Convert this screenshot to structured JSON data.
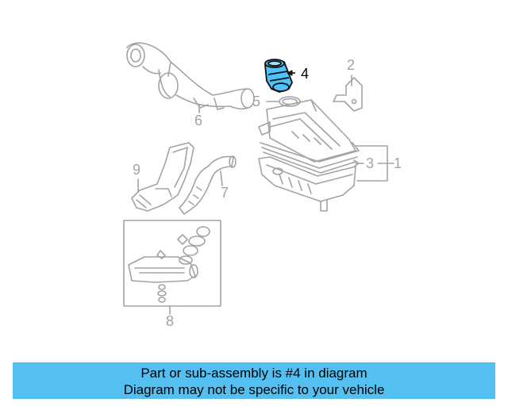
{
  "diagram": {
    "callouts": {
      "c1": "1",
      "c2": "2",
      "c3": "3",
      "c4": "4",
      "c5": "5",
      "c6": "6",
      "c7": "7",
      "c8": "8",
      "c9": "9"
    },
    "highlight_part": "4",
    "colors": {
      "line_art": "#a3a3a3",
      "highlight_fill": "#4fc3f7",
      "highlight_outline": "#111111",
      "banner_bg": "#54bff1"
    }
  },
  "banner": {
    "line1": "Part or sub-assembly is #4 in diagram",
    "line2": "Diagram may not be specific to your vehicle"
  }
}
